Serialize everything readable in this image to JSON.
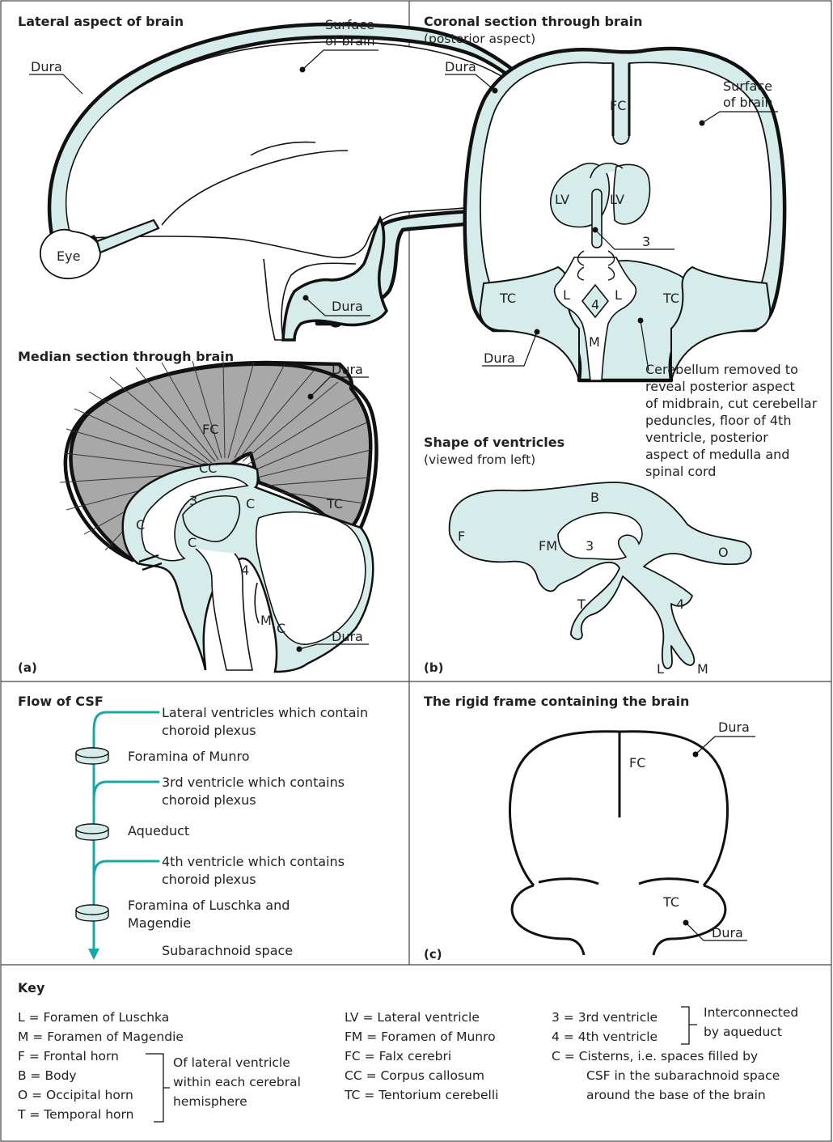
{
  "colors": {
    "csf_fill": "#d6ecea",
    "flow_arrow": "#17a8a3",
    "falx_grey": "#a8a8a8",
    "line": "#111111"
  },
  "panel_a": {
    "lateral": {
      "title": "Lateral aspect of brain",
      "dura_top": "Dura",
      "surface_l1": "Surface",
      "surface_l2": "of brain",
      "eye": "Eye",
      "dura_bottom": "Dura"
    },
    "median": {
      "title": "Median section through brain",
      "dura_top": "Dura",
      "fc": "FC",
      "cc": "CC",
      "three": "3",
      "c_front": "C",
      "c_mid": "C",
      "c_low": "C",
      "c_cb": "C",
      "tc": "TC",
      "four": "4",
      "m": "M",
      "dura_bottom": "Dura",
      "panel_label": "(a)"
    }
  },
  "panel_b": {
    "coronal": {
      "title": "Coronal section through brain",
      "subtitle": "(posterior aspect)",
      "dura_top": "Dura",
      "fc": "FC",
      "surface_l1": "Surface",
      "surface_l2": "of brain",
      "lv_left": "LV",
      "lv_right": "LV",
      "three": "3",
      "l_left": "L",
      "l_right": "L",
      "four": "4",
      "m": "M",
      "tc_left": "TC",
      "tc_right": "TC",
      "dura_bottom": "Dura",
      "note": [
        "Cerebellum removed to",
        "reveal posterior aspect",
        "of midbrain, cut cerebellar",
        "peduncles, floor of 4th",
        "ventricle, posterior",
        "aspect of medulla and",
        "spinal cord"
      ]
    },
    "ventricles": {
      "title": "Shape of ventricles",
      "subtitle": "(viewed from left)",
      "b": "B",
      "f": "F",
      "fm": "FM",
      "three": "3",
      "o": "O",
      "t": "T",
      "four": "4",
      "l": "L",
      "m": "M",
      "panel_label": "(b)"
    }
  },
  "flow": {
    "title": "Flow of CSF",
    "step1_l1": "Lateral ventricles which contain",
    "step1_l2": "choroid plexus",
    "foramen1": "Foramina of Munro",
    "step2_l1": "3rd ventricle which contains",
    "step2_l2": "choroid plexus",
    "foramen2": "Aqueduct",
    "step3_l1": "4th ventricle which contains",
    "step3_l2": "choroid plexus",
    "foramen3_l1": "Foramina of Luschka and",
    "foramen3_l2": "Magendie",
    "end": "Subarachnoid space"
  },
  "panel_c": {
    "title": "The rigid frame containing the brain",
    "dura_top": "Dura",
    "fc": "FC",
    "tc": "TC",
    "dura_bottom": "Dura",
    "panel_label": "(c)"
  },
  "key": {
    "title": "Key",
    "col1": [
      "L  =  Foramen of Luschka",
      "M  =  Foramen of Magendie",
      "F  =  Frontal horn",
      "B  =  Body",
      "O  =  Occipital horn",
      "T  =  Temporal horn"
    ],
    "col1_group": [
      "Of lateral ventricle",
      "within each cerebral",
      "hemisphere"
    ],
    "col2": [
      "LV  =  Lateral ventricle",
      "FM  =  Foramen of Munro",
      "FC  =  Falx cerebri",
      "CC  =  Corpus callosum",
      "TC  =  Tentorium cerebelli"
    ],
    "col3": [
      "3  =  3rd ventricle",
      "4  =  4th ventricle"
    ],
    "col3_group": [
      "Interconnected",
      "by aqueduct"
    ],
    "col3_c": [
      "C  =  Cisterns, i.e. spaces filled by",
      "CSF in the subarachnoid space",
      "around the base of the brain"
    ]
  }
}
